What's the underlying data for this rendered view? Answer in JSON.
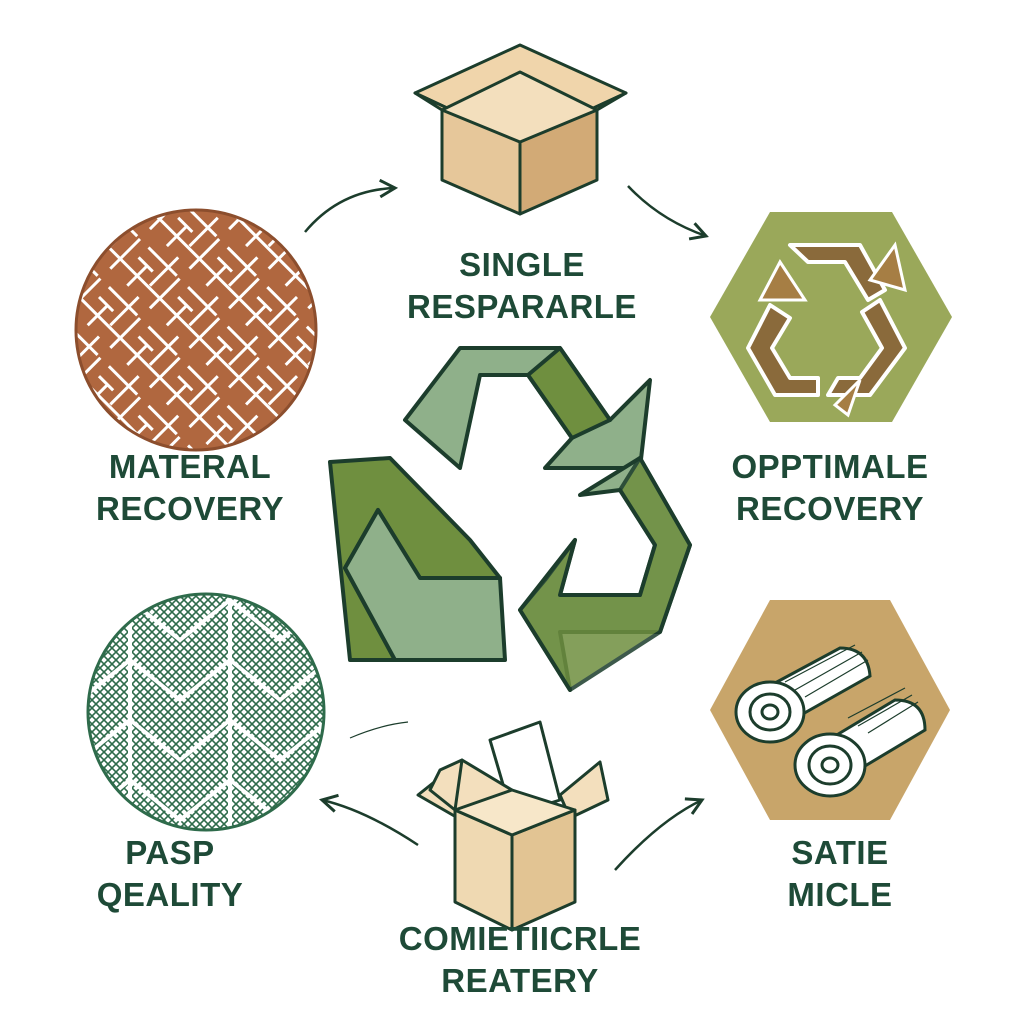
{
  "labels": {
    "single": {
      "line1": "SINGLE",
      "line2": "RESPARARLE"
    },
    "material": {
      "line1": "MATERAL",
      "line2": "RECOVERY"
    },
    "optimale": {
      "line1": "OPPTIMALE",
      "line2": "RECOVERY"
    },
    "pasp": {
      "line1": "PASP",
      "line2": "QEALITY"
    },
    "satie": {
      "line1": "SATIE",
      "line2": "MICLE"
    },
    "comie": {
      "line1": "COMIETIICRLE",
      "line2": "REATERY"
    }
  },
  "colors": {
    "text": "#1e4a37",
    "outline": "#1c3d2c",
    "recycle_dark": "#6f8f3f",
    "recycle_light": "#8fb08a",
    "cardboard": "#e6c79a",
    "cardboard_dark": "#d2aa76",
    "brick": "#b0673f",
    "hex_olive": "#9aa85a",
    "hex_tan": "#c8a56a",
    "pattern_green": "#2e6b4b"
  },
  "icons": {
    "center": "recycle-symbol-icon",
    "top": "cardboard-box-icon",
    "left_top": "brick-pattern-circle",
    "right_top": "recycle-hexagon-icon",
    "left_bottom": "herringbone-mesh-circle",
    "right_bottom": "paper-rolls-hexagon-icon",
    "bottom": "open-box-icon"
  }
}
